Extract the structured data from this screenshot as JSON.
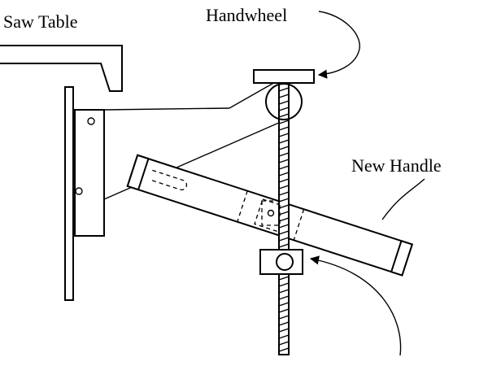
{
  "labels": {
    "saw_table": "Saw Table",
    "handwheel": "Handwheel",
    "new_handle": "New Handle"
  },
  "colors": {
    "line": "#000000",
    "background": "#ffffff"
  }
}
